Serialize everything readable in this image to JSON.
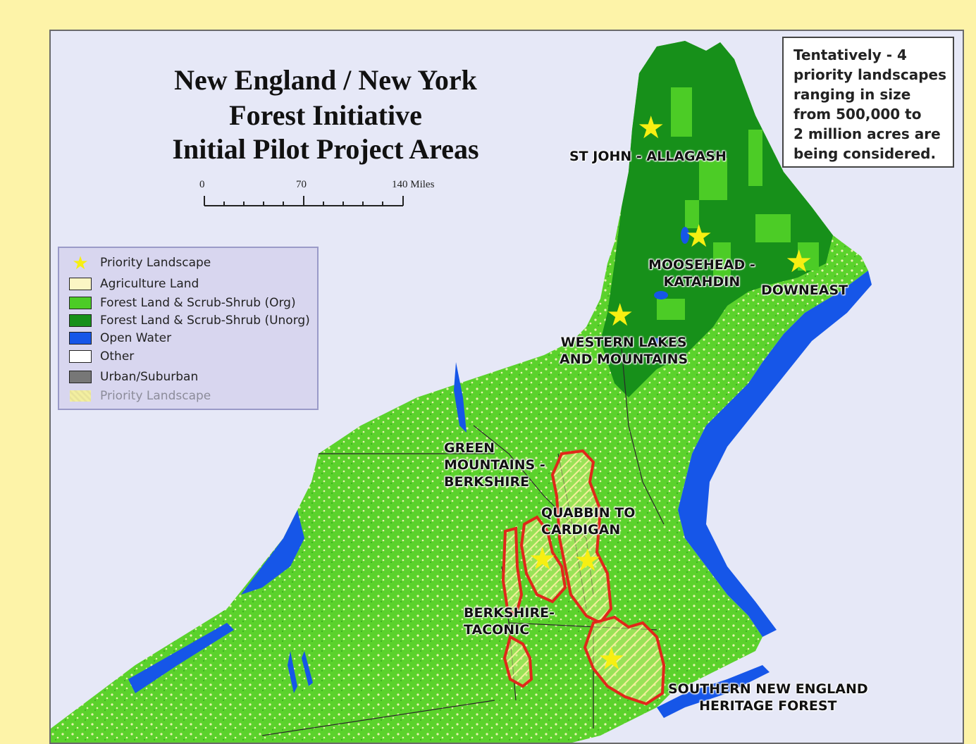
{
  "title": {
    "line1": "New England / New York",
    "line2": "Forest Initiative",
    "line3": "Initial Pilot Project Areas"
  },
  "scale_bar": {
    "labels": [
      "0",
      "70",
      "140 Miles"
    ]
  },
  "callout": {
    "lines": [
      "Tentatively - 4",
      "priority landscapes",
      "ranging in size",
      "from 500,000 to",
      "2 million acres are",
      "being considered."
    ]
  },
  "legend": {
    "items": [
      {
        "label": "Priority Landscape",
        "symbol": "star-icon",
        "color": "#f7ef12"
      },
      {
        "label": "Agriculture Land",
        "color": "#fbf6c4"
      },
      {
        "label": "Forest Land & Scrub-Shrub (Org)",
        "color": "#4ccc26"
      },
      {
        "label": "Forest Land & Scrub-Shrub (Unorg)",
        "color": "#17901a"
      },
      {
        "label": "Open Water",
        "color": "#1656e8"
      },
      {
        "label": "Other",
        "color": "#ffffff"
      },
      {
        "label": "Urban/Suburban",
        "color": "#777777"
      },
      {
        "label": "Priority Landscape",
        "color": "#f3efa0",
        "style": "hatched"
      }
    ]
  },
  "regions": {
    "st_john": [
      "ST JOHN - ALLAGASH"
    ],
    "moosehead": [
      "MOOSEHEAD -",
      "KATAHDIN"
    ],
    "downeast": [
      "DOWNEAST"
    ],
    "western_lakes": [
      "WESTERN LAKES",
      "AND MOUNTAINS"
    ],
    "green_mountains": [
      "GREEN",
      "MOUNTAINS -",
      "BERKSHIRE"
    ],
    "quabbin": [
      "QUABBIN TO",
      "CARDIGAN"
    ],
    "berkshire_taconic": [
      "BERKSHIRE-",
      "TACONIC"
    ],
    "southern_ne": [
      "SOUTHERN NEW ENGLAND",
      "HERITAGE FOREST"
    ]
  },
  "colors": {
    "page_background": "#fdf3a8",
    "map_background": "#e6e8f7",
    "priority_outline": "#e0281a",
    "star": "#f7ef12"
  }
}
